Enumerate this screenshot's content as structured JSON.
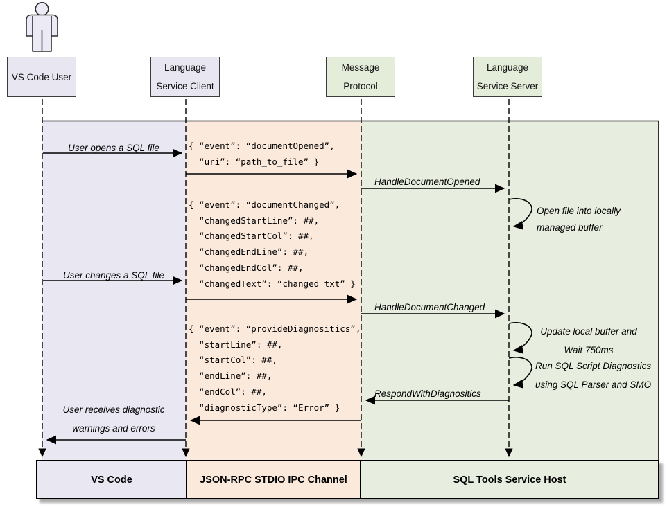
{
  "actors": [
    {
      "id": "vscode-user",
      "lines": [
        "VS Code User"
      ]
    },
    {
      "id": "language-service-client",
      "lines": [
        "Language",
        "Service Client"
      ]
    },
    {
      "id": "message-protocol",
      "lines": [
        "Message",
        "Protocol"
      ]
    },
    {
      "id": "language-service-server",
      "lines": [
        "Language",
        "Service Server"
      ]
    }
  ],
  "icons": {
    "user_actor": "person-icon"
  },
  "labels": {
    "user_opens": "User opens a SQL file",
    "handle_document_opened": "HandleDocumentOpened",
    "user_changes": "User changes a SQL file",
    "handle_document_changed": "HandleDocumentChanged",
    "respond_with_diagnostics": "RespondWithDiagnositics",
    "user_receives": [
      "User receives diagnostic",
      "warnings and errors"
    ]
  },
  "notes": {
    "open_file": [
      "Open file into locally",
      "managed buffer"
    ],
    "update_buffer": [
      "Update local buffer and",
      "Wait 750ms"
    ],
    "run_diagnostics": [
      "Run SQL Script Diagnostics",
      "using SQL Parser and SMO"
    ]
  },
  "payloads": {
    "document_opened": "{ “event”: “documentOpened”,\n  “uri”: “path_to_file” }",
    "document_changed": "{ “event”: “documentChanged”,\n  “changedStartLine”: ##,\n  “changedStartCol”: ##,\n  “changedEndLine”: ##,\n  “changedEndCol”: ##,\n  “changedText”: “changed txt” }",
    "provide_diagnostics": "{ “event”: “provideDiagnositics”,\n  “startLine”: ##,\n  “startCol”: ##,\n  “endLine”: ##,\n  “endCol”: ##,\n  “diagnosticType”: “Error” }"
  },
  "footer": [
    "VS Code",
    "JSON-RPC STDIO IPC Channel",
    "SQL Tools Service Host"
  ],
  "colors": {
    "lane_vscode": "#e9e7f2",
    "lane_ipc": "#fbe9dc",
    "lane_host": "#e8eedf",
    "box_purple": "#e8e6f0",
    "box_green": "#e4ecda",
    "line": "#000000",
    "box_border": "#3c3c3c"
  }
}
